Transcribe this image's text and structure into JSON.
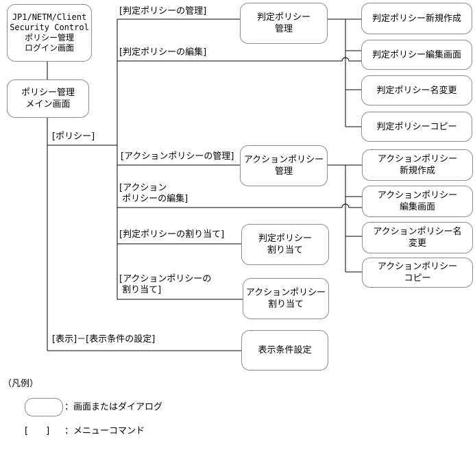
{
  "nodes": {
    "login": "JP1/NETM/Client\nSecurity Control\nポリシー管理\nログイン画面",
    "main": "ポリシー管理\nメイン画面",
    "judge_mgmt": "判定ポリシー\n管理",
    "judge_new": "判定ポリシー新規作成",
    "judge_edit": "判定ポリシー編集画面",
    "judge_rename": "判定ポリシー名変更",
    "judge_copy": "判定ポリシーコピー",
    "action_mgmt": "アクションポリシー\n管理",
    "action_new": "アクションポリシー\n新規作成",
    "action_edit": "アクションポリシー\n編集画面",
    "action_rename": "アクションポリシー名\n変更",
    "action_copy": "アクションポリシー\nコピー",
    "judge_assign": "判定ポリシー\n割り当て",
    "action_assign": "アクションポリシー\n割り当て",
    "display_settings": "表示条件設定"
  },
  "menus": {
    "policy": "[ポリシー]",
    "judge_mgmt": "[判定ポリシーの管理]",
    "judge_edit": "[判定ポリシーの編集]",
    "action_mgmt": "[アクションポリシーの管理]",
    "action_edit": "[アクション\n ポリシーの編集]",
    "judge_assign": "[判定ポリシーの割り当て]",
    "action_assign": "[アクションポリシーの\n 割り当て]",
    "display": "[表示]－[表示条件の設定]"
  },
  "legend": {
    "title": "（凡例）",
    "screen": "：画面またはダイアログ",
    "menu_brackets": "[　　]",
    "menu": "：メニューコマンド"
  }
}
